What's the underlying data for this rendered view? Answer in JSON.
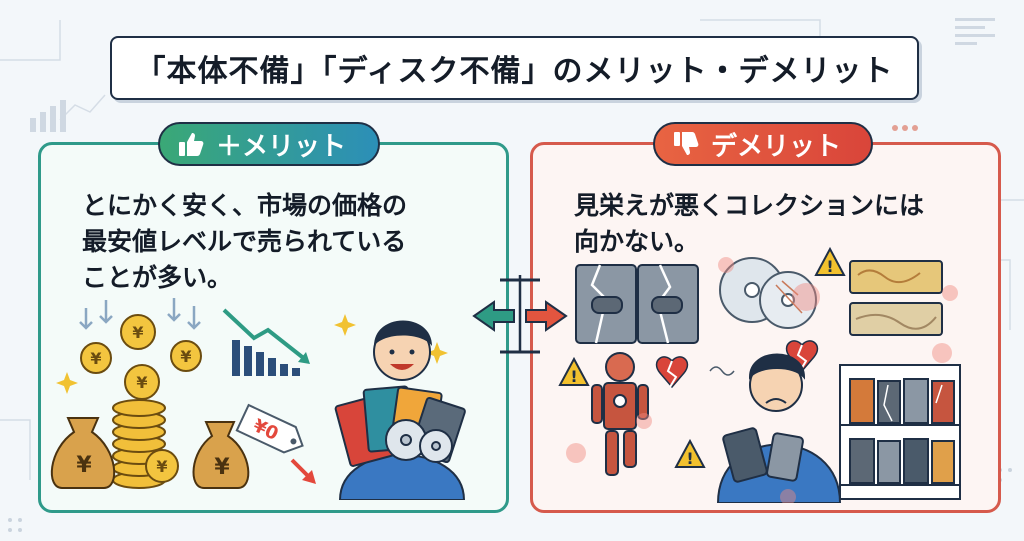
{
  "title": "「本体不備」「ディスク不備」のメリット・デメリット",
  "merit": {
    "badge_label": "＋メリット",
    "lines": [
      "とにかく安く、市場の価格の",
      "最安値レベルで売られている",
      "ことが多い。"
    ],
    "icon": "thumbs-up-icon",
    "price_tag_text": "¥0",
    "coin_symbol": "¥",
    "accent_color": "#2f9a8a"
  },
  "demerit": {
    "badge_label": "デメリット",
    "lines": [
      "見栄えが悪くコレクションには",
      "向かない。"
    ],
    "icon": "thumbs-down-icon",
    "accent_color": "#d65a4c"
  }
}
